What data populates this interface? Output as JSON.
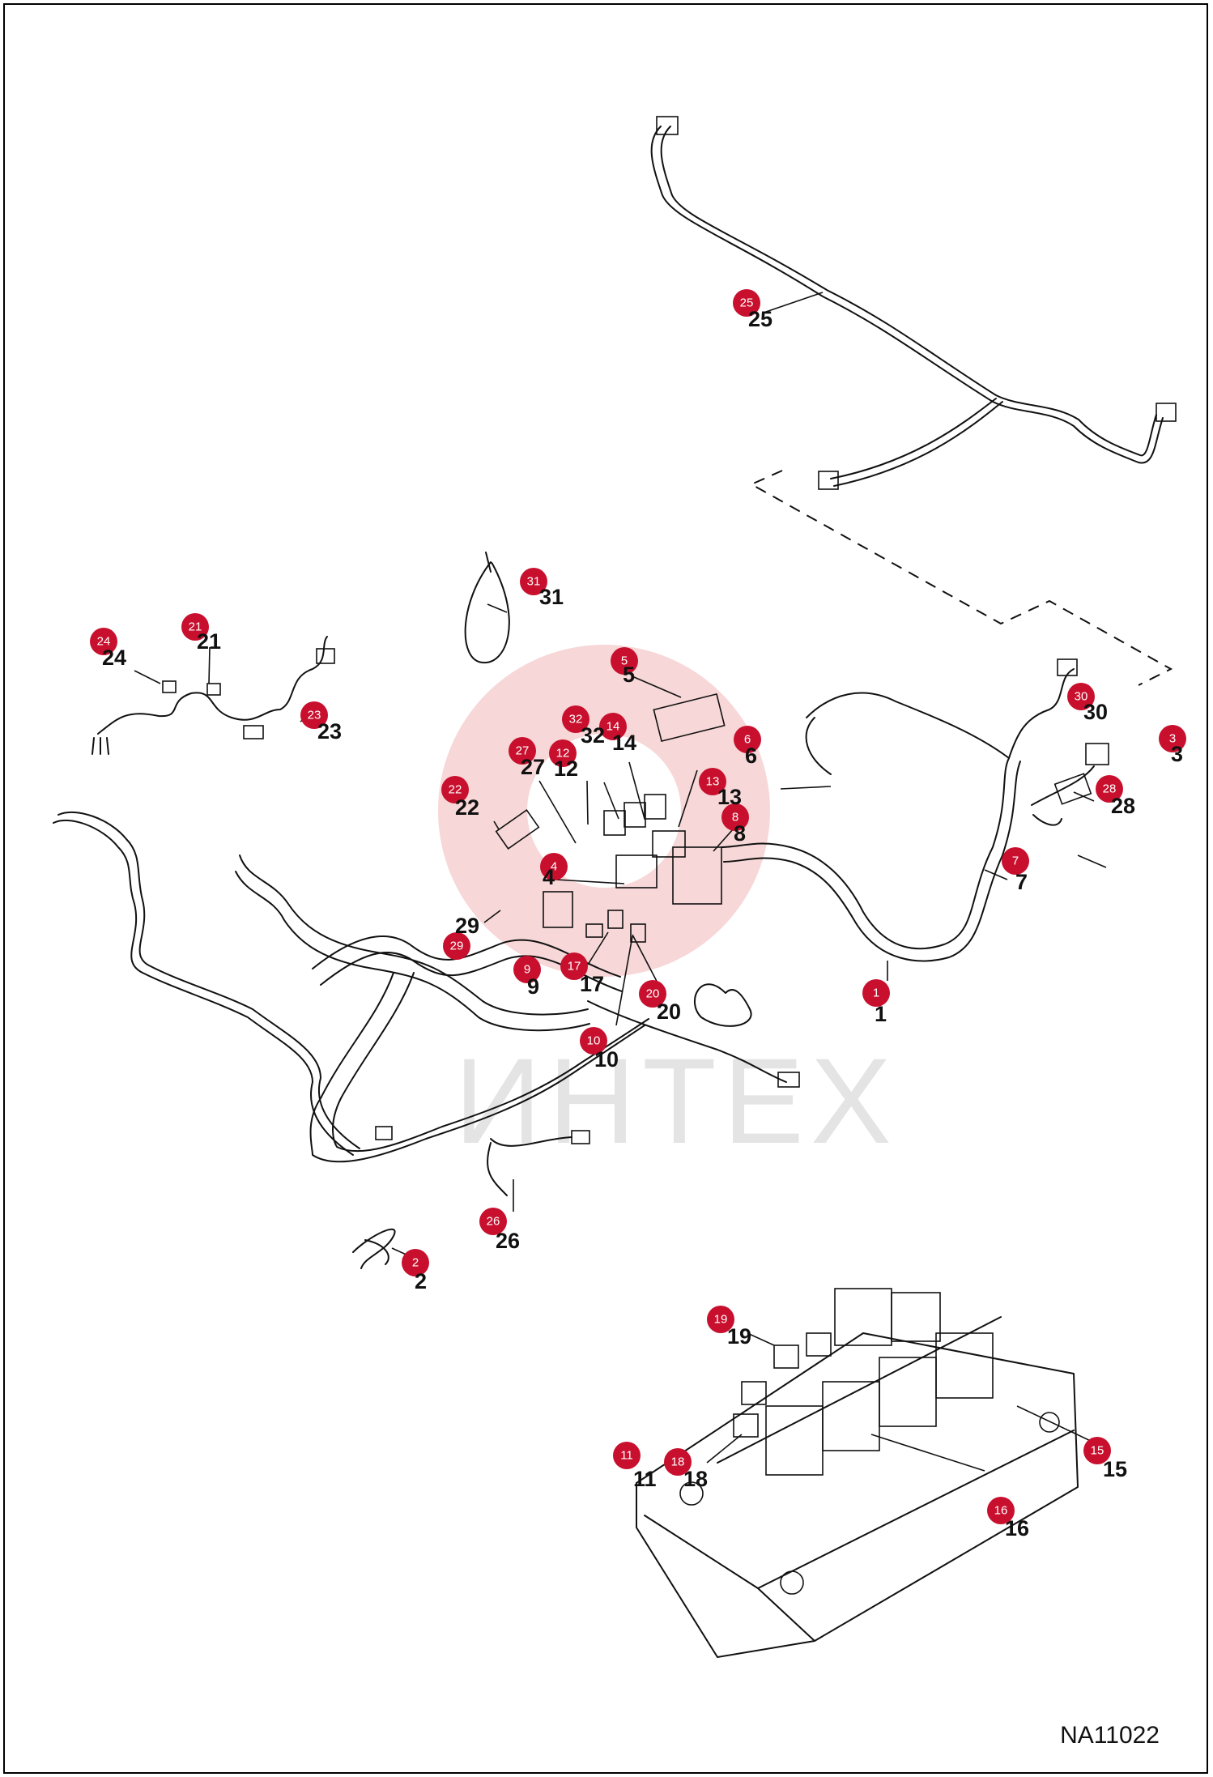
{
  "drawing": {
    "code": "NA11022",
    "watermark": "ИНТЕХ",
    "accent_color": "#c8102e"
  },
  "callouts": [
    {
      "number": "1"
    },
    {
      "number": "2"
    },
    {
      "number": "3"
    },
    {
      "number": "4"
    },
    {
      "number": "5"
    },
    {
      "number": "6"
    },
    {
      "number": "7"
    },
    {
      "number": "8"
    },
    {
      "number": "9"
    },
    {
      "number": "10"
    },
    {
      "number": "11"
    },
    {
      "number": "12"
    },
    {
      "number": "13"
    },
    {
      "number": "14"
    },
    {
      "number": "15"
    },
    {
      "number": "16"
    },
    {
      "number": "17"
    },
    {
      "number": "18"
    },
    {
      "number": "19"
    },
    {
      "number": "20"
    },
    {
      "number": "21"
    },
    {
      "number": "22"
    },
    {
      "number": "23"
    },
    {
      "number": "24"
    },
    {
      "number": "25"
    },
    {
      "number": "26"
    },
    {
      "number": "27"
    },
    {
      "number": "28"
    },
    {
      "number": "29"
    },
    {
      "number": "30"
    },
    {
      "number": "31"
    },
    {
      "number": "32"
    }
  ]
}
